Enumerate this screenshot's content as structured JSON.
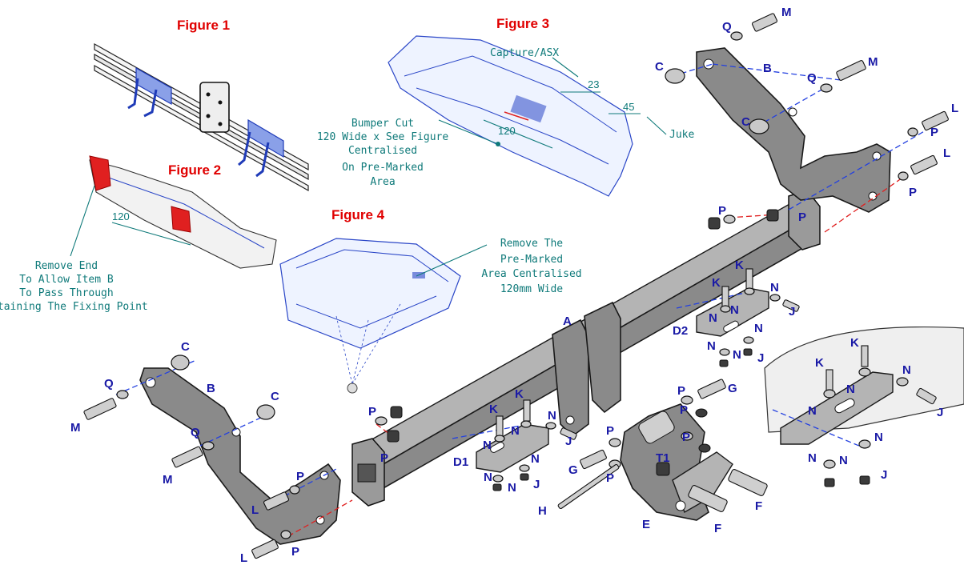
{
  "figures": {
    "fig1": "Figure 1",
    "fig2": "Figure 2",
    "fig3": "Figure 3",
    "fig4": "Figure 4"
  },
  "notes": {
    "fig2_line1": "Remove End",
    "fig2_line2": "To Allow Item B",
    "fig2_line3": "To Pass Through",
    "fig2_line4": "Retaining The Fixing Point",
    "fig2_dim": "120",
    "fig3_capture": "Capture/ASX",
    "fig3_dim23": "23",
    "fig3_dim45": "45",
    "fig3_dim120": "120",
    "fig3_juke": "Juke",
    "fig3_line1": "Bumper Cut",
    "fig3_line2": "120 Wide x See Figure",
    "fig3_line3": "Centralised",
    "fig3_line4": "On Pre-Marked",
    "fig3_line5": "Area",
    "fig4_line1": "Remove The",
    "fig4_line2": "Pre-Marked",
    "fig4_line3": "Area Centralised",
    "fig4_line4": "120mm Wide"
  },
  "labels": {
    "A": "A",
    "B": "B",
    "C": "C",
    "D1": "D1",
    "D2": "D2",
    "E": "E",
    "F": "F",
    "G": "G",
    "H": "H",
    "J": "J",
    "K": "K",
    "L": "L",
    "M": "M",
    "N": "N",
    "P": "P",
    "Q": "Q",
    "T1": "T1"
  },
  "colors": {
    "figure_title": "#e00000",
    "part_label": "#1a1aa6",
    "note_text": "#0f7a7a",
    "steel": "#8a8a8a",
    "blueprint": "#2a46c7"
  }
}
